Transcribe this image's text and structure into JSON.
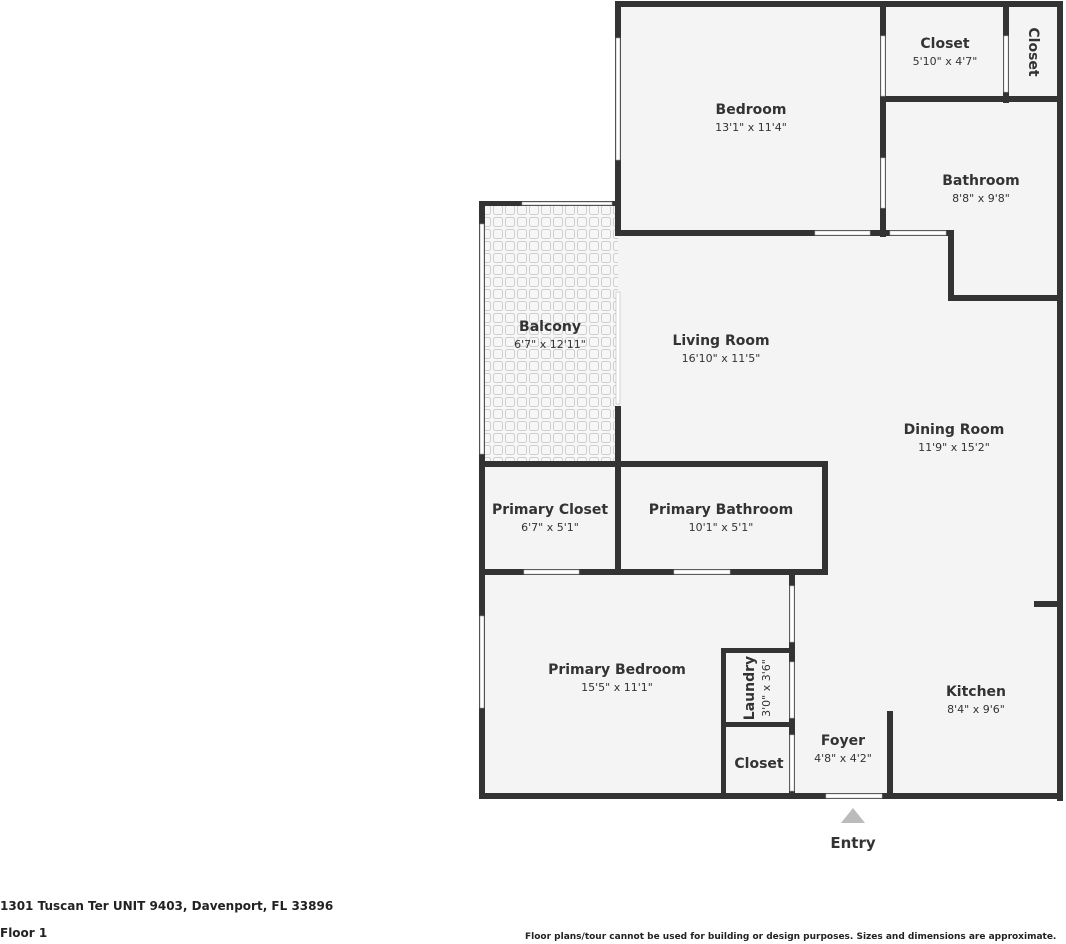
{
  "rooms": {
    "bedroom": {
      "name": "Bedroom",
      "dims": "13'1\" x 11'4\""
    },
    "closet_top": {
      "name": "Closet",
      "dims": "5'10\" x 4'7\""
    },
    "closet_small": {
      "name": "Closet"
    },
    "bathroom": {
      "name": "Bathroom",
      "dims": "8'8\" x 9'8\""
    },
    "balcony": {
      "name": "Balcony",
      "dims": "6'7\" x 12'11\""
    },
    "living_room": {
      "name": "Living Room",
      "dims": "16'10\" x 11'5\""
    },
    "dining_room": {
      "name": "Dining Room",
      "dims": "11'9\" x 15'2\""
    },
    "primary_closet": {
      "name": "Primary Closet",
      "dims": "6'7\" x 5'1\""
    },
    "primary_bathroom": {
      "name": "Primary Bathroom",
      "dims": "10'1\" x 5'1\""
    },
    "primary_bedroom": {
      "name": "Primary Bedroom",
      "dims": "15'5\" x 11'1\""
    },
    "laundry": {
      "name": "Laundry",
      "dims": "3'0\" x 3'6\""
    },
    "closet_bottom": {
      "name": "Closet"
    },
    "foyer": {
      "name": "Foyer",
      "dims": "4'8\" x 4'2\""
    },
    "kitchen": {
      "name": "Kitchen",
      "dims": "8'4\" x 9'6\""
    }
  },
  "entry_label": "Entry",
  "footer": {
    "address": "1301 Tuscan Ter UNIT 9403, Davenport, FL 33896",
    "floor": "Floor 1",
    "disclaimer": "Floor plans/tour cannot be used for building or design purposes. Sizes and dimensions are approximate."
  },
  "colors": {
    "wall": "#333333",
    "floor": "#f4f4f4",
    "window": "#ffffff",
    "entry_arrow": "#bbbbbb"
  }
}
